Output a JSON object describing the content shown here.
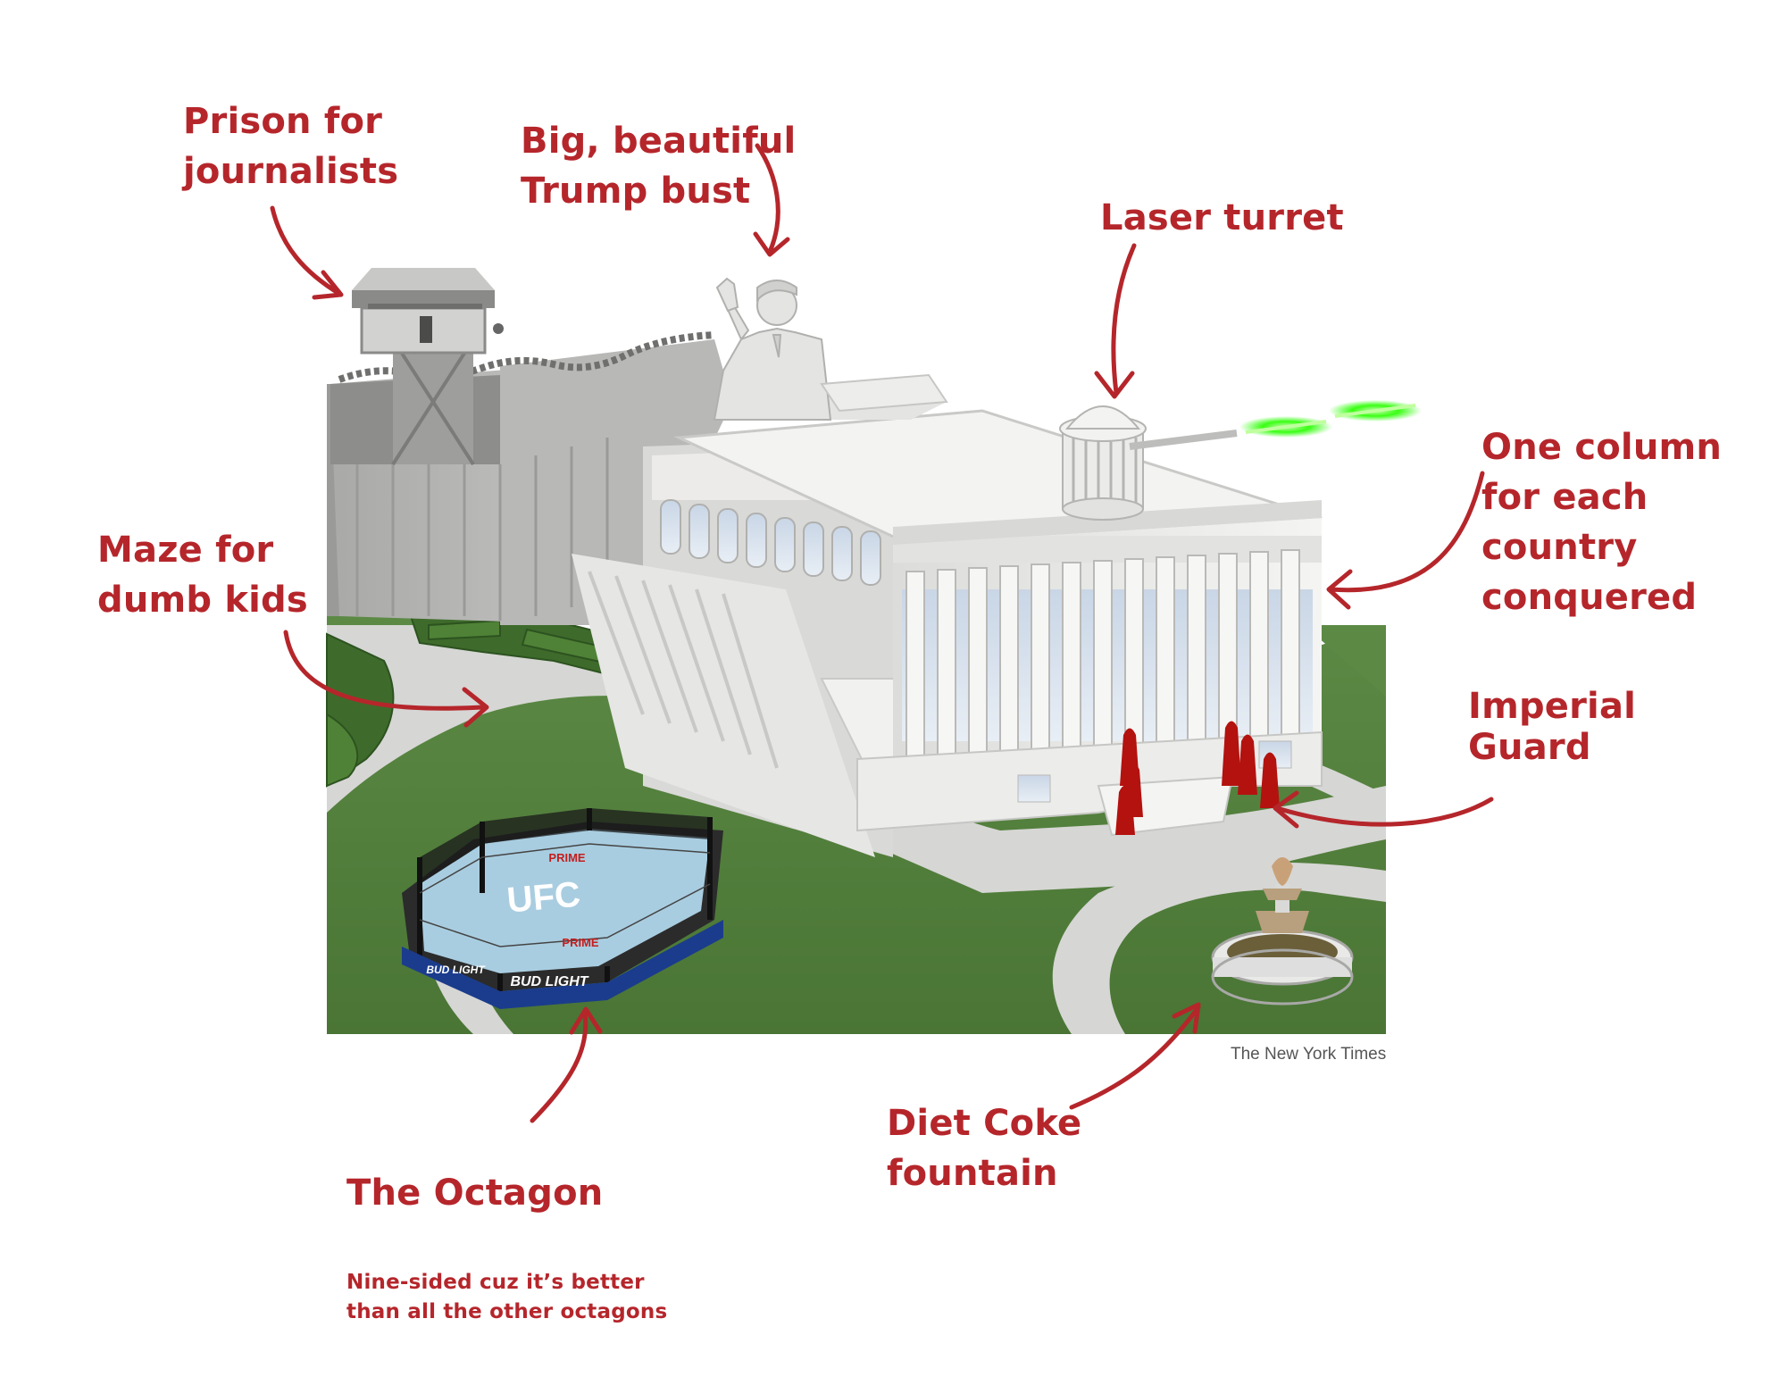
{
  "annotations": {
    "prison": "Prison for\njournalists",
    "bust": "Big, beautiful\nTrump bust",
    "laser": "Laser turret",
    "columns": "One column\nfor each country\nconquered",
    "maze": "Maze for\ndumb kids",
    "guard": "Imperial\nGuard",
    "octagon": "The Octagon",
    "octagon_note": "Nine-sided cuz it’s better\nthan all the other octagons",
    "fountain": "Diet Coke\nfountain"
  },
  "credit": "The New York Times",
  "cage_text": {
    "logo": "UFC",
    "sponsor": "BUD LIGHT",
    "drink": "PRIME"
  },
  "colors": {
    "annotation": "#b5262b",
    "lawn": "#4f7d3a",
    "path": "#d4d4d2",
    "building": "#eeeeec",
    "laser": "#39ff14",
    "robes": "#b3120f",
    "mat": "#a9cde0"
  }
}
